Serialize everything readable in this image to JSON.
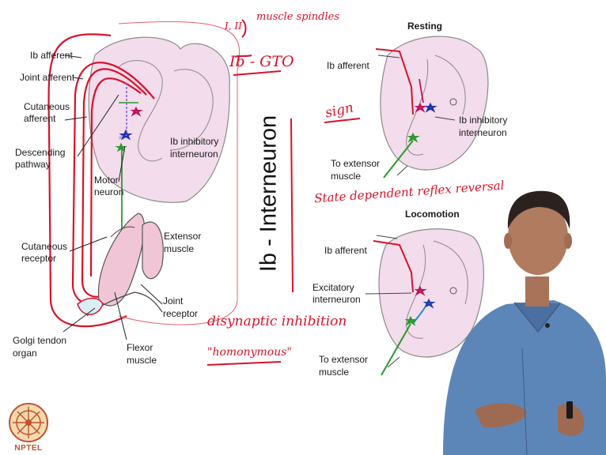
{
  "left_diagram": {
    "labels": {
      "ib_afferent": "Ib afferent",
      "joint_afferent": "Joint afferent",
      "cutaneous_afferent_1": "Cutaneous",
      "cutaneous_afferent_2": "afferent",
      "descending_1": "Descending",
      "descending_2": "pathway",
      "motor_1": "Motor",
      "motor_2": "neuron",
      "ib_inhib_1": "Ib inhibitory",
      "ib_inhib_2": "interneuron",
      "cutaneous_receptor_1": "Cutaneous",
      "cutaneous_receptor_2": "receptor",
      "extensor_1": "Extensor",
      "extensor_2": "muscle",
      "joint_receptor_1": "Joint",
      "joint_receptor_2": "receptor",
      "golgi_1": "Golgi tendon",
      "golgi_2": "organ",
      "flexor_1": "Flexor",
      "flexor_2": "muscle"
    }
  },
  "title_vertical": "Ib - Interneuron",
  "right_top": {
    "heading": "Resting",
    "ib_afferent": "Ib afferent",
    "ib_inhib_1": "Ib inhibitory",
    "ib_inhib_2": "interneuron",
    "to_extensor_1": "To extensor",
    "to_extensor_2": "muscle"
  },
  "right_bottom": {
    "heading": "Locomotion",
    "ib_afferent": "Ib afferent",
    "excitatory_1": "Excitatory",
    "excitatory_2": "interneuron",
    "to_extensor_1": "To extensor",
    "to_extensor_2": "muscle"
  },
  "handwriting": {
    "roman": "I, II",
    "muscle_spindles": "muscle spindles",
    "ib_gto": "Ib - GTO",
    "sign": "sign",
    "state_dependent": "State dependent reflex reversal",
    "disynaptic": "disynaptic inhibition",
    "homonymous": "\"homonymous\""
  },
  "logo": {
    "text": "NPTEL"
  },
  "colors": {
    "ink": "#d8122a",
    "cord_fill": "#f3dcec",
    "shirt": "#5d86b8"
  }
}
